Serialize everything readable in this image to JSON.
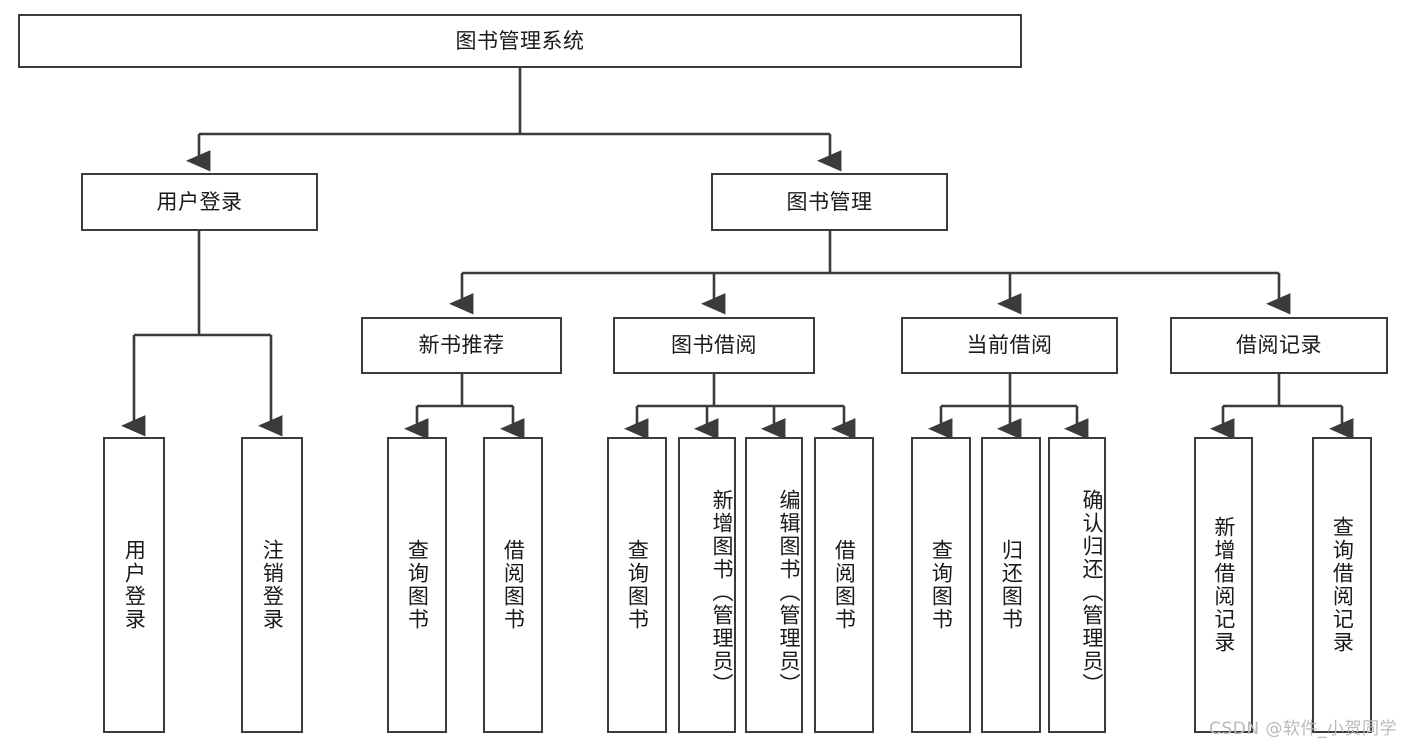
{
  "diagram": {
    "title": "图书管理系统",
    "type": "tree",
    "root": {
      "label": "图书管理系统"
    },
    "level2": [
      {
        "label": "用户登录"
      },
      {
        "label": "图书管理"
      }
    ],
    "level3": [
      {
        "label": "新书推荐"
      },
      {
        "label": "图书借阅"
      },
      {
        "label": "当前借阅"
      },
      {
        "label": "借阅记录"
      }
    ],
    "leaves": {
      "user_login": [
        {
          "label": "用户登录"
        },
        {
          "label": "注销登录"
        }
      ],
      "new_book_recommend": [
        {
          "label": "查询图书"
        },
        {
          "label": "借阅图书"
        }
      ],
      "book_borrow": [
        {
          "label": "查询图书"
        },
        {
          "label": "新增图书（管理员）"
        },
        {
          "label": "编辑图书（管理员）"
        },
        {
          "label": "借阅图书"
        }
      ],
      "current_borrow": [
        {
          "label": "查询图书"
        },
        {
          "label": "归还图书"
        },
        {
          "label": "确认归还（管理员）"
        }
      ],
      "borrow_records": [
        {
          "label": "新增借阅记录"
        },
        {
          "label": "查询借阅记录"
        }
      ]
    }
  },
  "watermark": {
    "text": "CSDN @软件_小贺同学"
  },
  "colors": {
    "stroke": "#3b3b3b",
    "text": "#1a1a1a",
    "background": "#ffffff",
    "watermark": "#b9b9b9"
  }
}
